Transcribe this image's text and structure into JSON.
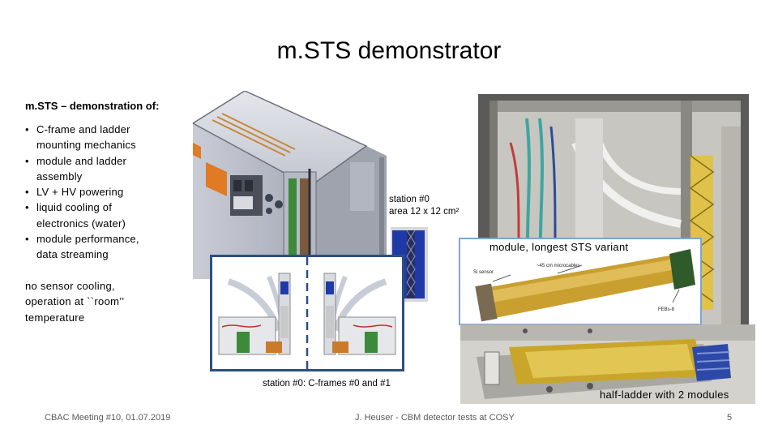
{
  "slide": {
    "title": "m.STS demonstrator",
    "intro": "m.STS – demonstration of:",
    "bullets": [
      "C-frame and ladder mounting mechanics",
      "module and ladder assembly",
      "LV + HV powering",
      "liquid cooling of electronics (water)",
      "module performance, data streaming"
    ],
    "note": "no sensor cooling, operation at ``room’’ temperature",
    "station_label_line1": "station #0",
    "station_label_line2": "area 12 x 12 cm²",
    "cframes_caption": "station #0: C-frames #0 and #1",
    "module_caption": "module, longest STS  variant",
    "half_ladder_caption": "half-ladder with 2 modules",
    "module_photo_labels": {
      "sensor": "Si sensor",
      "cables": "~45 cm microcables",
      "febs": "FEBs-8"
    }
  },
  "footer": {
    "left": "CBAC Meeting #10, 01.07.2019",
    "center": "J. Heuser - CBM detector tests at COSY",
    "page": "5"
  },
  "colors": {
    "frame_blue": "#2e4f7f",
    "kapton_gold": "#c9a030",
    "sensor_blue": "#1f3aa8",
    "cooling_blue": "#2d49a8"
  }
}
